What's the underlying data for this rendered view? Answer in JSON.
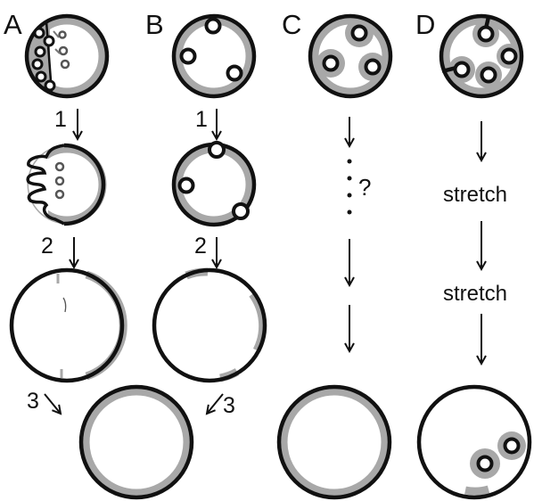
{
  "panels": {
    "a": "A",
    "b": "B",
    "c": "C",
    "d": "D"
  },
  "steps": {
    "a1": "1",
    "a2": "2",
    "a3": "3",
    "b1": "1",
    "b2": "2",
    "b3": "3"
  },
  "c_unknown": "?",
  "d_steps": [
    "stretch",
    "stretch"
  ],
  "colors": {
    "outline": "#111111",
    "membrane_gray": "#a8a8a8",
    "background": "#ffffff"
  }
}
